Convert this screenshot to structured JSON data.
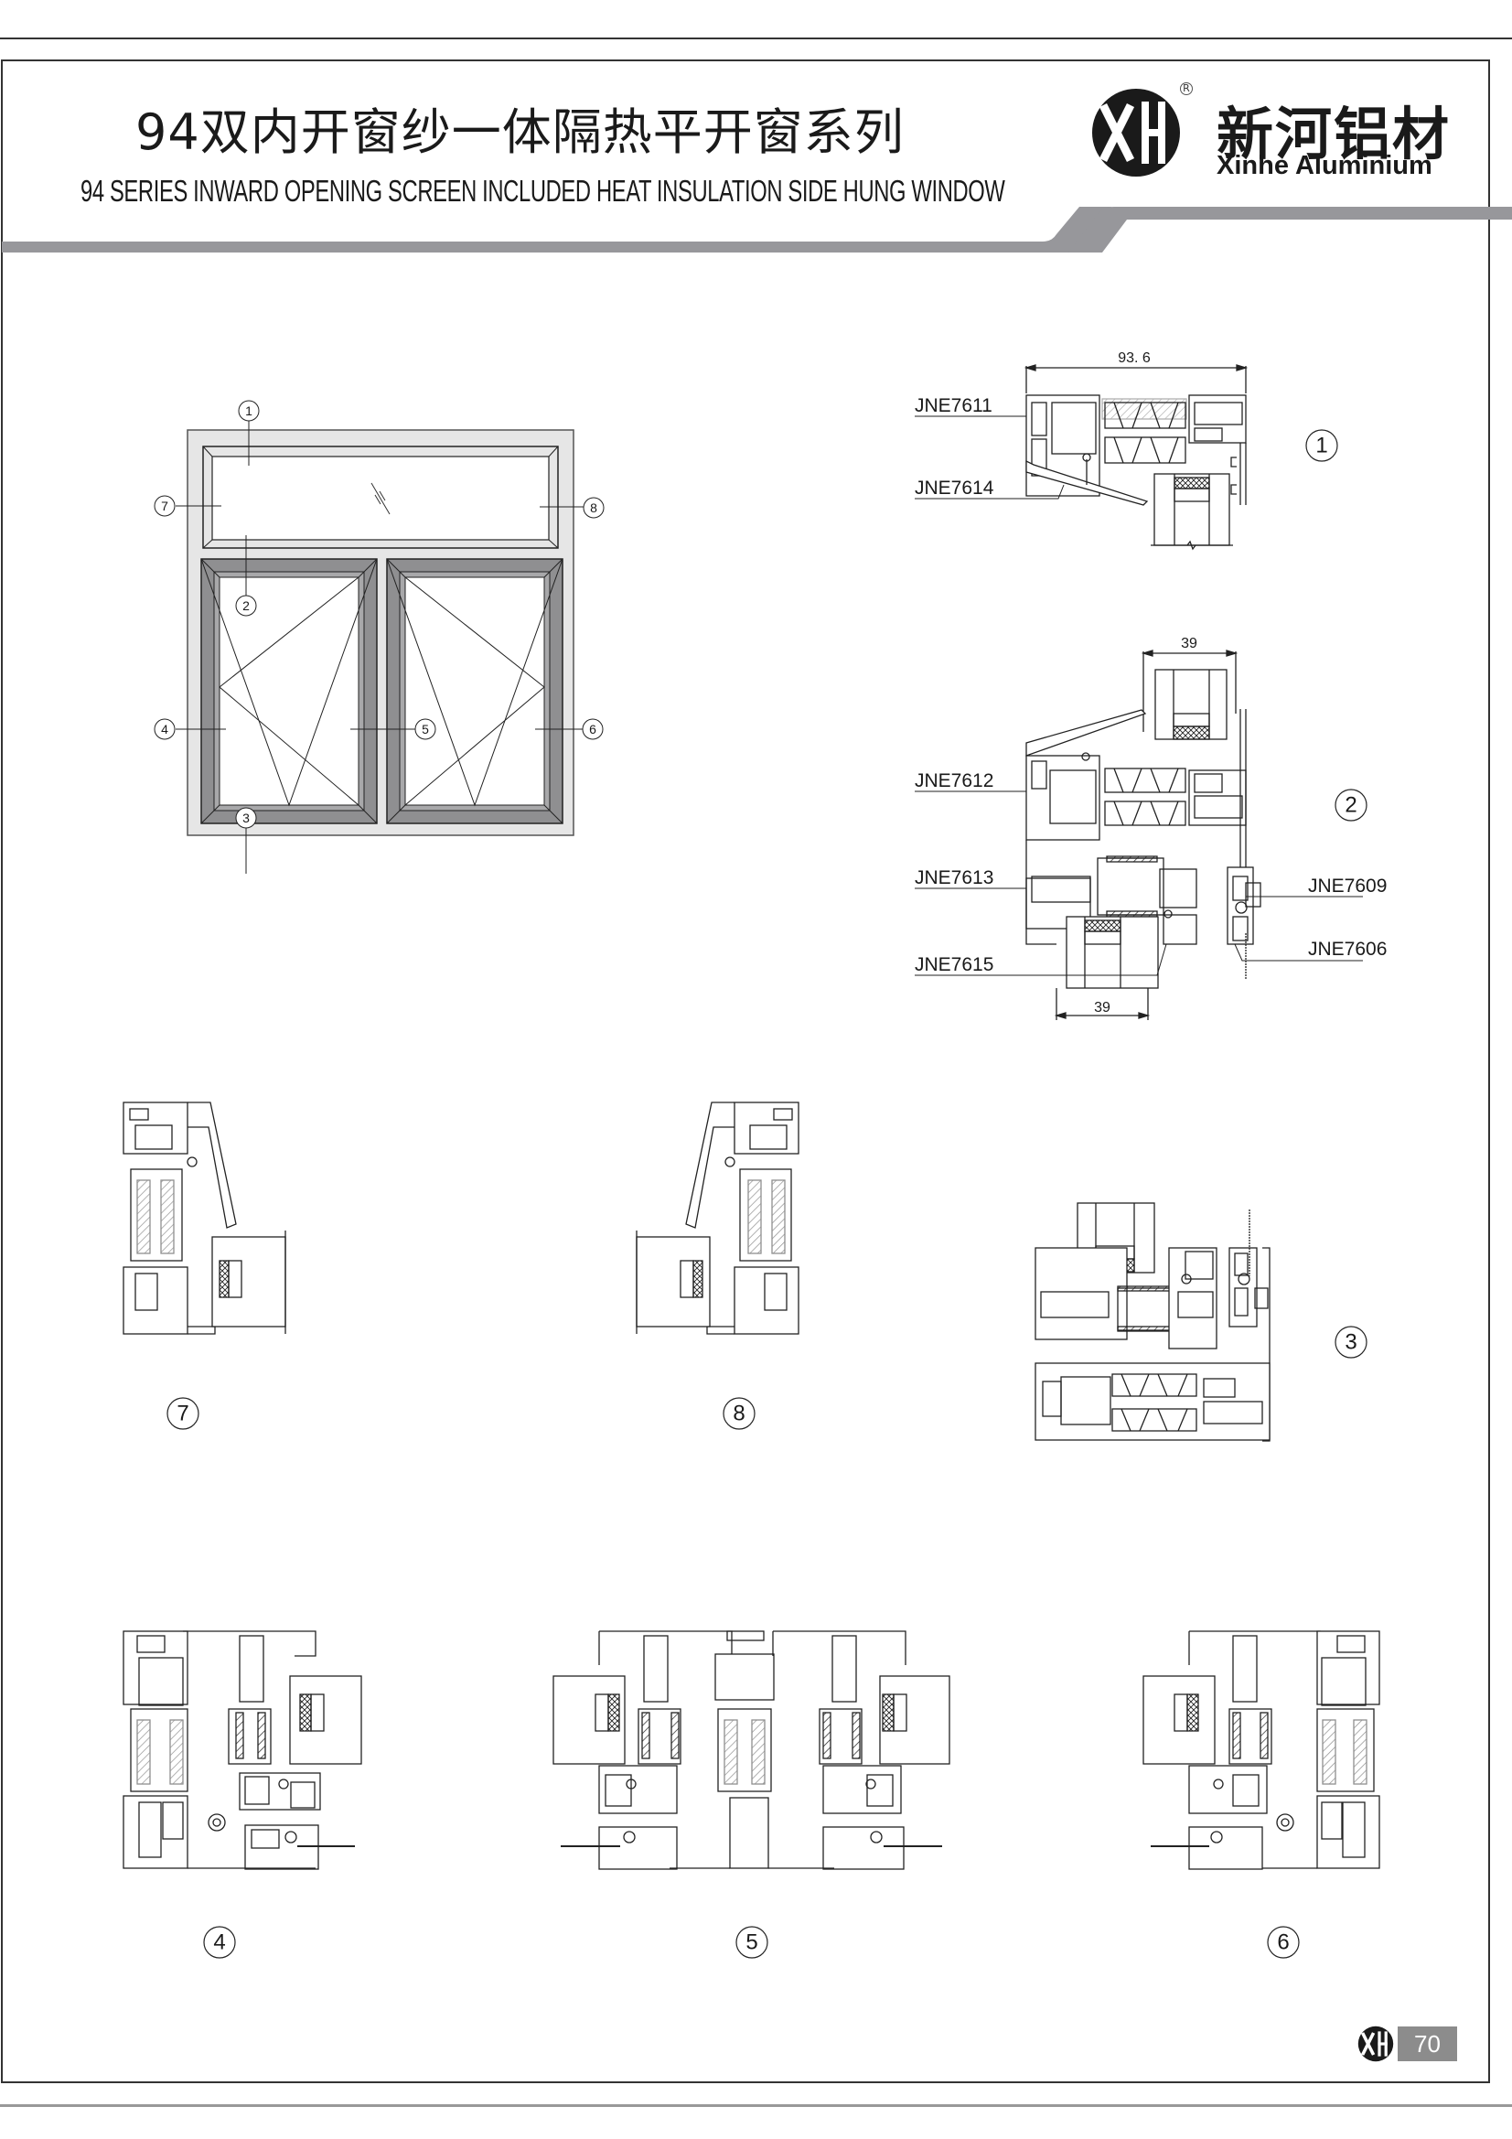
{
  "header": {
    "title_cn": "94双内开窗纱一体隔热平开窗系列",
    "title_en": "94 SERIES INWARD OPENING SCREEN INCLUDED HEAT INSULATION SIDE HUNG WINDOW",
    "brand_cn": "新河铝材",
    "brand_en": "Xinhe Aluminium",
    "registered_mark": "R",
    "band_color": "#97979b"
  },
  "elevation": {
    "callouts": [
      "1",
      "2",
      "3",
      "4",
      "5",
      "6",
      "7",
      "8"
    ],
    "frame_color": "#e6e6e6",
    "sash_color": "#8f8f91"
  },
  "sections": {
    "s1": {
      "number": "1",
      "dimension": "93. 6",
      "profiles": [
        "JNE7611",
        "JNE7614"
      ]
    },
    "s2": {
      "number": "2",
      "dimension_top": "39",
      "dimension_bottom": "39",
      "profiles_left": [
        "JNE7612",
        "JNE7613",
        "JNE7615"
      ],
      "profiles_right": [
        "JNE7609",
        "JNE7606"
      ]
    },
    "s3": {
      "number": "3"
    },
    "s4": {
      "number": "4"
    },
    "s5": {
      "number": "5"
    },
    "s6": {
      "number": "6"
    },
    "s7": {
      "number": "7"
    },
    "s8": {
      "number": "8"
    }
  },
  "footer": {
    "logo": "XH",
    "page_number": "70",
    "badge_color": "#8c8c8c"
  }
}
